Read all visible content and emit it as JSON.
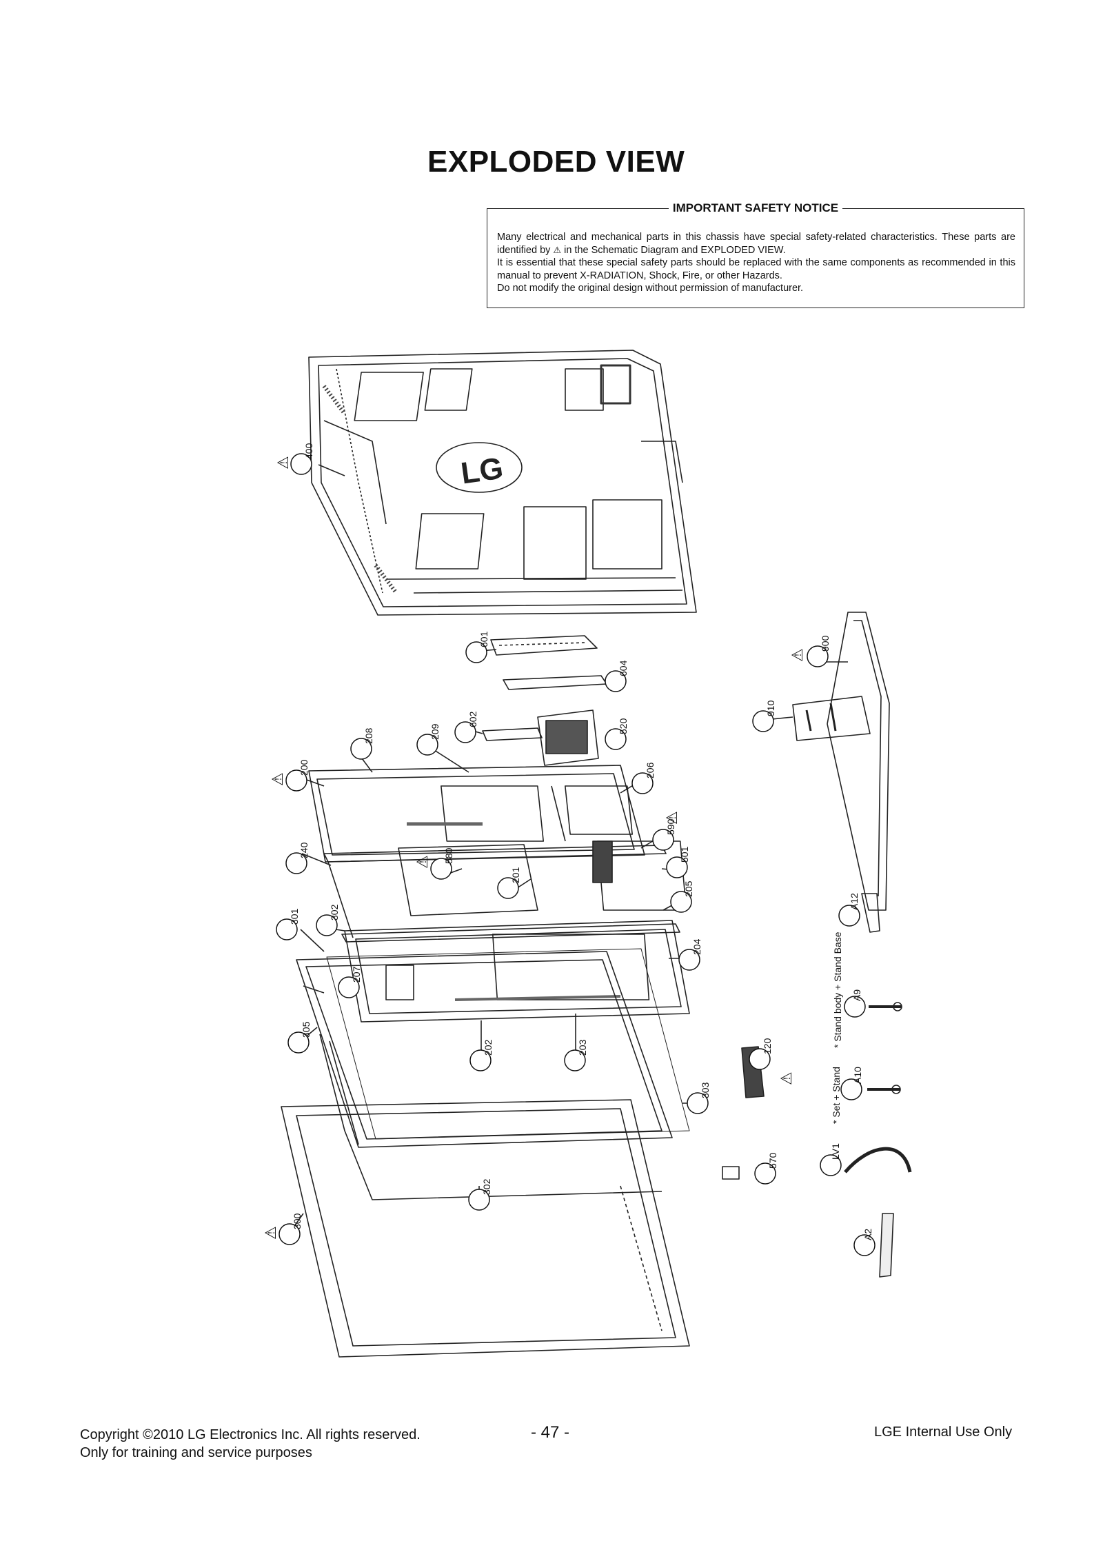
{
  "page": {
    "title": "EXPLODED VIEW"
  },
  "safety_notice": {
    "title": "IMPORTANT SAFETY NOTICE",
    "line1_pre": "Many electrical and mechanical parts in this chassis have special safety-related characteristics. These parts are identified by",
    "warning_glyph": "⚠",
    "line1_post": "in the Schematic Diagram and EXPLODED VIEW.",
    "line2": "It is essential that these special safety parts should be replaced with the same components as recommended in this manual to prevent X-RADIATION, Shock, Fire, or other Hazards.",
    "line3": "Do not modify the original design without permission of manufacturer."
  },
  "drawing": {
    "logo_text": "LG",
    "warning_glyph": "⚠",
    "part_labels": [
      "400",
      "601",
      "604",
      "602",
      "520",
      "209",
      "208",
      "200",
      "206",
      "240",
      "580",
      "201",
      "590",
      "501",
      "205",
      "301",
      "302",
      "204",
      "207",
      "305",
      "202",
      "203",
      "303",
      "300",
      "900",
      "910",
      "A12",
      "A9",
      "A10",
      "120",
      "570",
      "LV1",
      "A2"
    ],
    "notes": {
      "stand_body": "* Stand body + Stand Base",
      "set_stand": "* Set + Stand"
    }
  },
  "footer": {
    "copyright": "Copyright ©2010 LG Electronics Inc. All rights reserved.",
    "purpose": "Only for training and service purposes",
    "page_number": "- 47 -",
    "usage": "LGE Internal Use Only"
  }
}
